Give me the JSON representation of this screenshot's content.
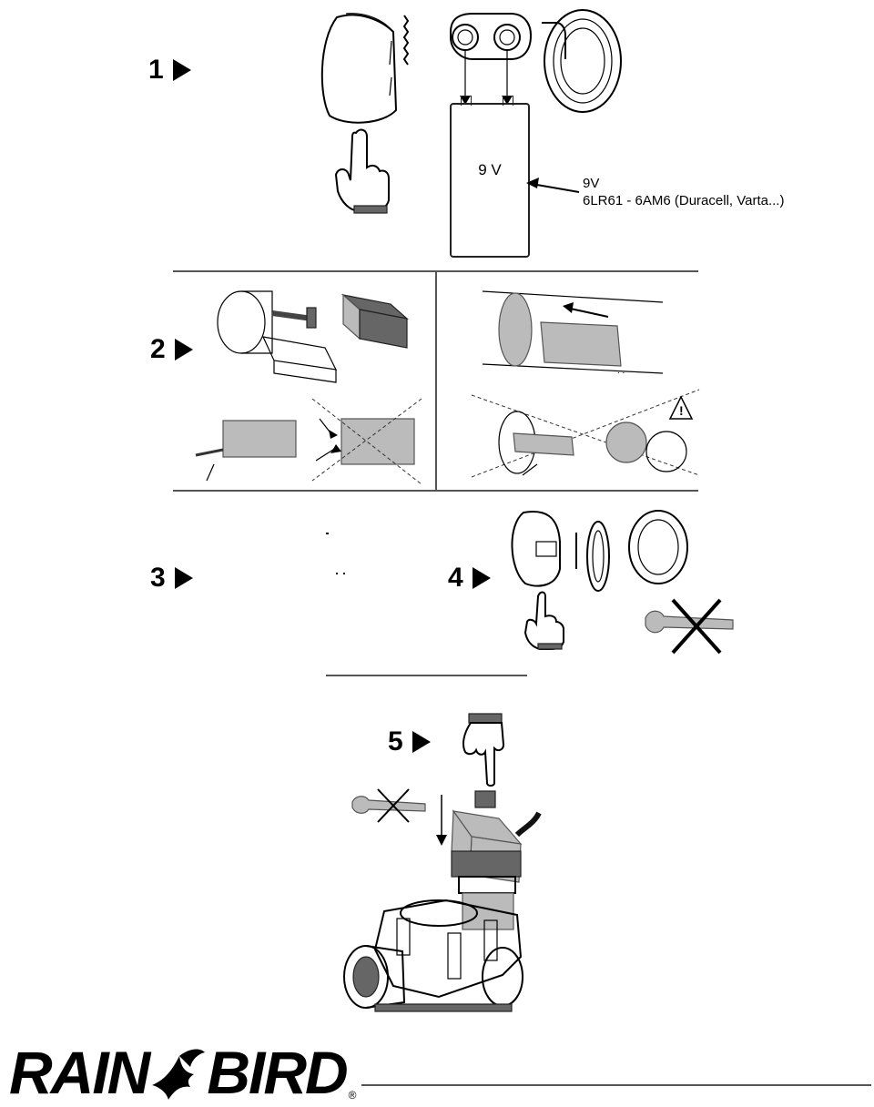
{
  "steps": [
    {
      "number": "1"
    },
    {
      "number": "2"
    },
    {
      "number": "3"
    },
    {
      "number": "4"
    },
    {
      "number": "5"
    }
  ],
  "battery": {
    "label": "9 V",
    "spec_line1": "9V",
    "spec_line2": "6LR61 - 6AM6 (Duracell, Varta...)"
  },
  "brand": {
    "name_left": "RAIN",
    "name_right": "BIRD",
    "registered": "®"
  }
}
